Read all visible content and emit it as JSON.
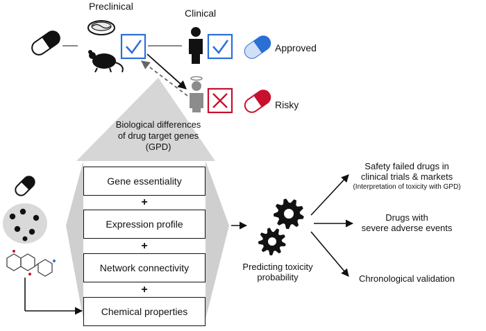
{
  "top": {
    "preclinical_label": "Preclinical",
    "clinical_label": "Clinical",
    "approved_label": "Approved",
    "risky_label": "Risky",
    "gpd_label_lines": [
      "Biological differences",
      "of drug target genes",
      "(GPD)"
    ]
  },
  "features": {
    "boxes": [
      "Gene essentiality",
      "Expression profile",
      "Network connectivity",
      "Chemical properties"
    ],
    "plus_symbol": "+"
  },
  "model": {
    "label_lines": [
      "Predicting toxicity",
      "probability"
    ]
  },
  "outputs": {
    "safety_lines": [
      "Safety failed drugs in",
      "clinical trials & markets"
    ],
    "safety_note": "(Interpretation of toxicity with GPD)",
    "adverse_lines": [
      "Drugs with",
      "severe adverse events"
    ],
    "chrono_label": "Chronological validation"
  },
  "colors": {
    "approved_blue": "#2a6fd6",
    "risky_red": "#c8102e",
    "gray_fill": "#cfcfcf",
    "dark": "#111111"
  },
  "icons": [
    "pill-icon",
    "petri-dish-icon",
    "mouse-icon",
    "checkbox-check-icon",
    "person-icon",
    "patient-icon",
    "checkbox-x-icon",
    "gear-icon",
    "molecule-icon",
    "pill-dissolving-icon"
  ]
}
